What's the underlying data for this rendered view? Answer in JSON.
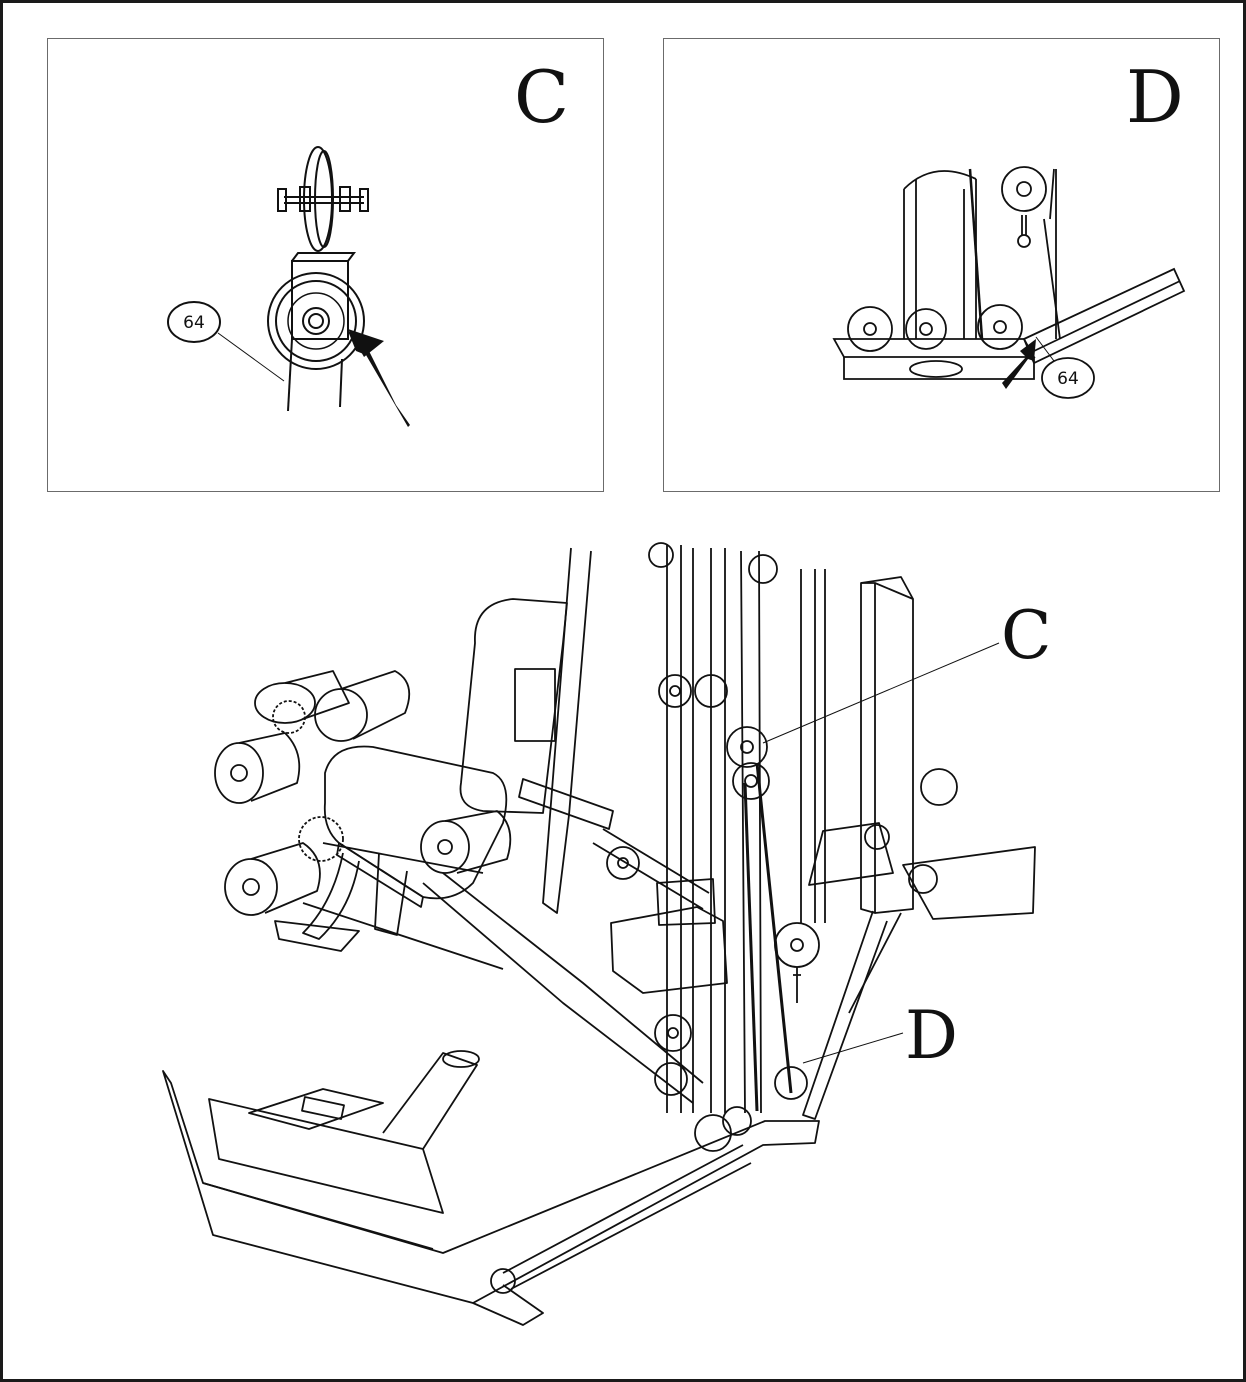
{
  "panels": [
    {
      "id": "C",
      "letter": "C",
      "callout": "64"
    },
    {
      "id": "D",
      "letter": "D",
      "callout": "64"
    }
  ],
  "main": {
    "label_c": "C",
    "label_d": "D"
  },
  "colors": {
    "ink": "#111111",
    "frame": "#1a1a1a",
    "panel_border": "#6b6b6b"
  }
}
